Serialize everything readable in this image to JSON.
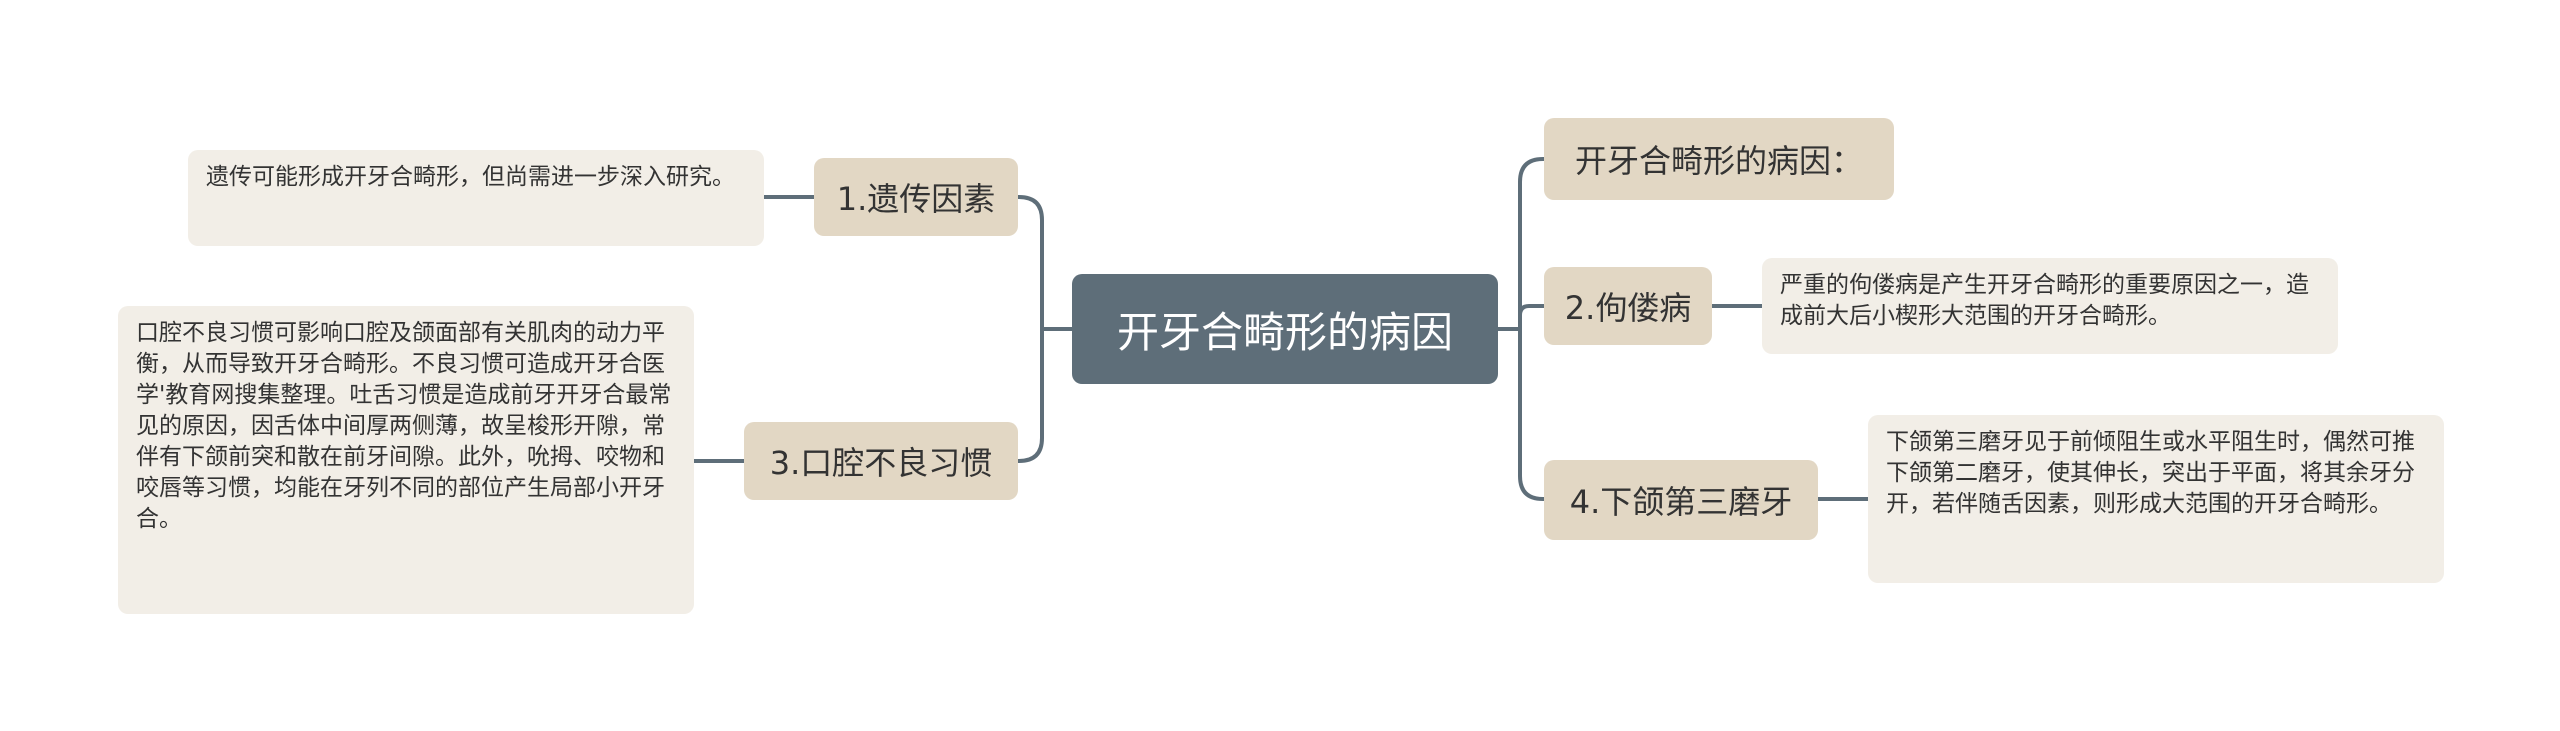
{
  "root": {
    "label": "开牙合畸形的病因"
  },
  "branches": [
    {
      "label": "1.遗传因素",
      "detail": "遗传可能形成开牙合畸形，但尚需进一步深入研究。"
    },
    {
      "label": "3.口腔不良习惯",
      "detail": "口腔不良习惯可影响口腔及颌面部有关肌肉的动力平衡，从而导致开牙合畸形。不良习惯可造成开牙合医学'教育网搜集整理。吐舌习惯是造成前牙开牙合最常见的原因，因舌体中间厚两侧薄，故呈梭形开隙，常伴有下颌前突和散在前牙间隙。此外，吮拇、咬物和咬唇等习惯，均能在牙列不同的部位产生局部小开牙合。"
    },
    {
      "label": "开牙合畸形的病因："
    },
    {
      "label": "2.佝偻病",
      "detail": "严重的佝偻病是产生开牙合畸形的重要原因之一，造成前大后小楔形大范围的开牙合畸形。"
    },
    {
      "label": "4.下颌第三磨牙",
      "detail": "下颌第三磨牙见于前倾阻生或水平阻生时，偶然可推下颌第二磨牙，使其伸长，突出于平面，将其余牙分开，若伴随舌因素，则形成大范围的开牙合畸形。"
    }
  ],
  "colors": {
    "root": "#5e6e79",
    "branch": "#e2d7c4",
    "leaf": "#f2eee7",
    "line": "#5e6e79"
  }
}
